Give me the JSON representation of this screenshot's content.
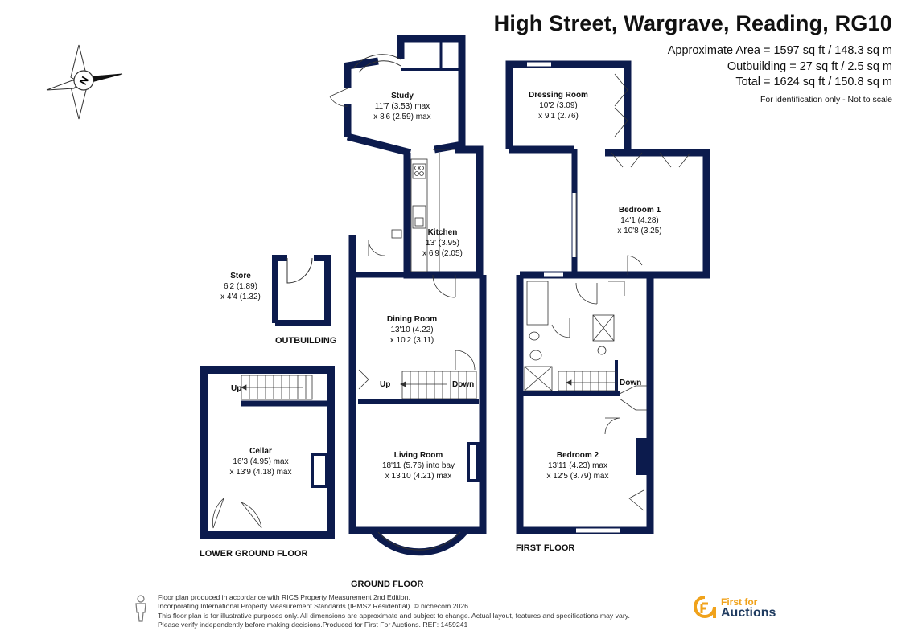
{
  "header": {
    "title": "High Street, Wargrave, Reading, RG10",
    "area_main": "Approximate Area = 1597 sq ft / 148.3 sq m",
    "area_outbuilding": "Outbuilding = 27 sq ft / 2.5 sq m",
    "area_total": "Total = 1624 sq ft / 150.8 sq m",
    "disclaimer": "For identification only - Not to scale"
  },
  "compass": {
    "letter": "N"
  },
  "colors": {
    "wall": "#0c1b4d",
    "accent": "#f0a21b",
    "brand": "#1e3a5f"
  },
  "rooms": {
    "study": {
      "name": "Study",
      "dim1": "11'7 (3.53) max",
      "dim2": "x 8'6 (2.59) max"
    },
    "kitchen": {
      "name": "Kitchen",
      "dim1": "13' (3.95)",
      "dim2": "x 6'9 (2.05)"
    },
    "dining": {
      "name": "Dining Room",
      "dim1": "13'10 (4.22)",
      "dim2": "x 10'2 (3.11)"
    },
    "living": {
      "name": "Living Room",
      "dim1": "18'11 (5.76) into bay",
      "dim2": "x 13'10 (4.21) max"
    },
    "store": {
      "name": "Store",
      "dim1": "6'2 (1.89)",
      "dim2": "x 4'4 (1.32)"
    },
    "cellar": {
      "name": "Cellar",
      "dim1": "16'3 (4.95) max",
      "dim2": "x 13'9 (4.18) max"
    },
    "dressing": {
      "name": "Dressing Room",
      "dim1": "10'2 (3.09)",
      "dim2": "x 9'1 (2.76)"
    },
    "bedroom1": {
      "name": "Bedroom 1",
      "dim1": "14'1 (4.28)",
      "dim2": "x 10'8 (3.25)"
    },
    "bedroom2": {
      "name": "Bedroom 2",
      "dim1": "13'11 (4.23) max",
      "dim2": "x 12'5 (3.79) max"
    }
  },
  "stairs": {
    "ground_up": "Up",
    "ground_down": "Down",
    "cellar_up": "Up",
    "first_down": "Down"
  },
  "floors": {
    "outbuilding": "OUTBUILDING",
    "lower_ground": "LOWER GROUND FLOOR",
    "ground": "GROUND FLOOR",
    "first": "FIRST FLOOR"
  },
  "footer": {
    "line1": "Floor plan produced in accordance with RICS Property Measurement 2nd Edition,",
    "line2": "Incorporating International Property Measurement Standards (IPMS2 Residential).   © nichecom 2026.",
    "line3": "This floor plan is for illustrative purposes only. All dimensions are approximate and subject to change. Actual layout, features and specifications may vary.",
    "line4": "Please verify independently before making decisions.Produced for First For Auctions.   REF:  1459241"
  },
  "brand": {
    "line1": "First for",
    "line2": "Auctions"
  }
}
